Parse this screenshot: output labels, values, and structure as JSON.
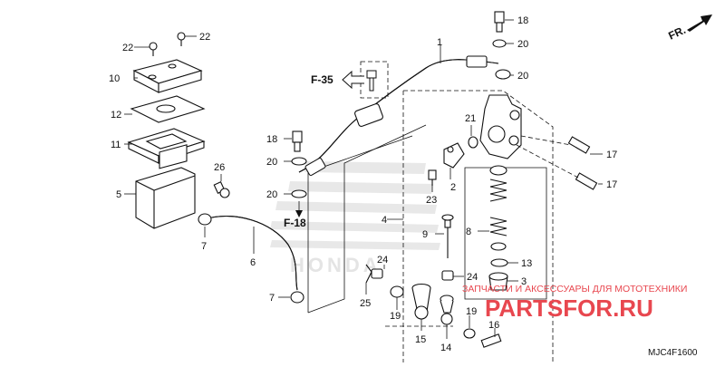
{
  "diagram": {
    "code": "MJC4F1600",
    "direction": "FR.",
    "refs": [
      {
        "id": "f35",
        "label": "F-35"
      },
      {
        "id": "f18",
        "label": "F-18"
      }
    ],
    "callouts": [
      {
        "id": "c1",
        "label": "1"
      },
      {
        "id": "c2",
        "label": "2"
      },
      {
        "id": "c3",
        "label": "3"
      },
      {
        "id": "c4",
        "label": "4"
      },
      {
        "id": "c5",
        "label": "5"
      },
      {
        "id": "c6",
        "label": "6"
      },
      {
        "id": "c7a",
        "label": "7"
      },
      {
        "id": "c7b",
        "label": "7"
      },
      {
        "id": "c8",
        "label": "8"
      },
      {
        "id": "c9",
        "label": "9"
      },
      {
        "id": "c10",
        "label": "10"
      },
      {
        "id": "c11",
        "label": "11"
      },
      {
        "id": "c12",
        "label": "12"
      },
      {
        "id": "c13",
        "label": "13"
      },
      {
        "id": "c14",
        "label": "14"
      },
      {
        "id": "c15",
        "label": "15"
      },
      {
        "id": "c16",
        "label": "16"
      },
      {
        "id": "c17a",
        "label": "17"
      },
      {
        "id": "c17b",
        "label": "17"
      },
      {
        "id": "c18a",
        "label": "18"
      },
      {
        "id": "c18b",
        "label": "18"
      },
      {
        "id": "c19a",
        "label": "19"
      },
      {
        "id": "c19b",
        "label": "19"
      },
      {
        "id": "c20a",
        "label": "20"
      },
      {
        "id": "c20b",
        "label": "20"
      },
      {
        "id": "c20c",
        "label": "20"
      },
      {
        "id": "c20d",
        "label": "20"
      },
      {
        "id": "c21",
        "label": "21"
      },
      {
        "id": "c22a",
        "label": "22"
      },
      {
        "id": "c22b",
        "label": "22"
      },
      {
        "id": "c23",
        "label": "23"
      },
      {
        "id": "c24a",
        "label": "24"
      },
      {
        "id": "c24b",
        "label": "24"
      },
      {
        "id": "c25",
        "label": "25"
      },
      {
        "id": "c26",
        "label": "26"
      }
    ]
  },
  "watermark": {
    "caption": "ЗАПЧАСТИ И АКСЕССУАРЫ ДЛЯ МОТОТЕХНИКИ",
    "brand": "PARTSFOR.RU",
    "logo_text": "HONDA",
    "color": "#e8474f"
  }
}
